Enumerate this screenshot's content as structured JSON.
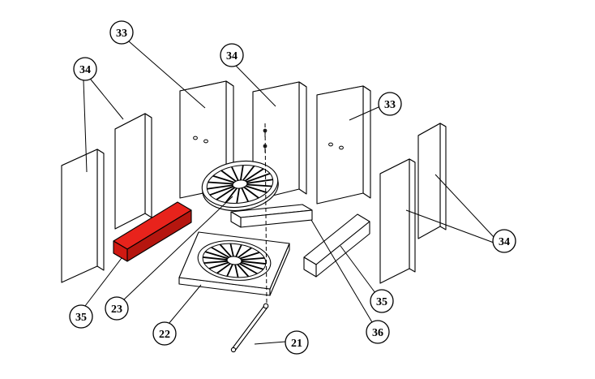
{
  "diagram": {
    "background": "#ffffff",
    "line_color": "#000000",
    "highlight_color_top": "#e8231c",
    "highlight_color_side": "#b5160f",
    "highlight_color_end": "#d01912",
    "callouts": [
      {
        "label": "33",
        "part": "rear-brick-left"
      },
      {
        "label": "34",
        "part": "rear-brick-middle"
      },
      {
        "label": "34",
        "part": "left-side-bricks"
      },
      {
        "label": "33",
        "part": "rear-brick-right"
      },
      {
        "label": "34",
        "part": "right-side-bricks"
      },
      {
        "label": "35",
        "part": "front-brick-left-highlighted"
      },
      {
        "label": "23",
        "part": "shaking-grate"
      },
      {
        "label": "22",
        "part": "base-plate"
      },
      {
        "label": "21",
        "part": "grate-rod"
      },
      {
        "label": "36",
        "part": "front-brick-middle"
      },
      {
        "label": "35",
        "part": "front-brick-right"
      }
    ]
  }
}
